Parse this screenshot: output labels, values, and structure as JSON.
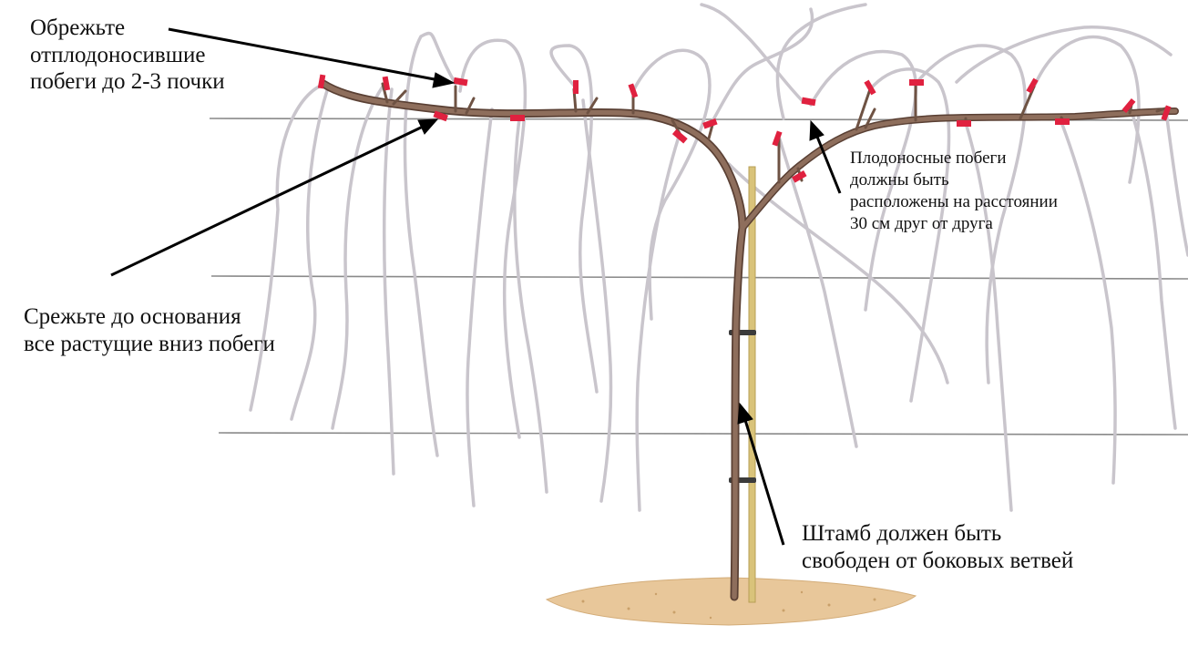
{
  "colors": {
    "background": "#ffffff",
    "wire": "#8a8a8a",
    "wood": "#8e6e5c",
    "wood_outline": "#5a4034",
    "shoot": "#c9c5cc",
    "cut_mark": "#e0213f",
    "stake": "#d9c37a",
    "soil": "#e8c79a",
    "pointer": "#000000"
  },
  "annotations": {
    "cut_fruited": {
      "lines": [
        "Обрежьте",
        "отплодоносившие",
        "побеги до 2-3 почки"
      ]
    },
    "cut_downward": {
      "lines": [
        "Срежьте до основания",
        "все растущие вниз побеги"
      ]
    },
    "shoot_spacing": {
      "lines": [
        "Плодоносные побеги",
        "должны быть",
        "расположены на расстоянии",
        "30 см друг от друга"
      ]
    },
    "trunk_clear": {
      "lines": [
        "Штамб должен быть",
        "свободен от боковых ветвей"
      ]
    }
  }
}
